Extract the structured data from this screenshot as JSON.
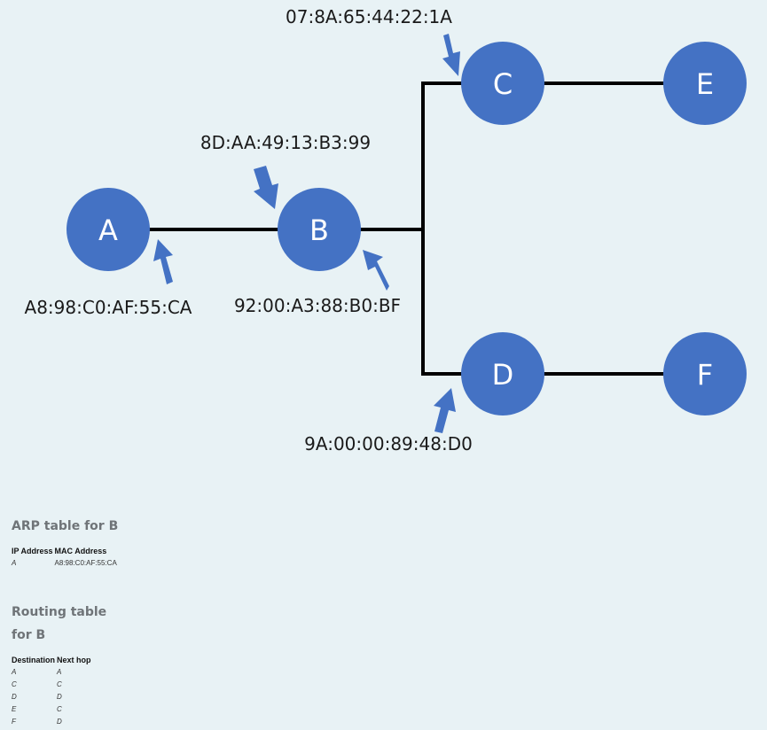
{
  "network": {
    "nodes": [
      {
        "id": "A",
        "label": "A"
      },
      {
        "id": "B",
        "label": "B"
      },
      {
        "id": "C",
        "label": "C"
      },
      {
        "id": "D",
        "label": "D"
      },
      {
        "id": "E",
        "label": "E"
      },
      {
        "id": "F",
        "label": "F"
      }
    ],
    "links": [
      [
        "A",
        "B"
      ],
      [
        "B",
        "C"
      ],
      [
        "B",
        "D"
      ],
      [
        "C",
        "E"
      ],
      [
        "D",
        "F"
      ]
    ],
    "mac_labels": [
      {
        "text": "A8:98:C0:AF:55:CA"
      },
      {
        "text": "8D:AA:49:13:B3:99"
      },
      {
        "text": "92:00:A3:88:B0:BF"
      },
      {
        "text": "07:8A:65:44:22:1A"
      },
      {
        "text": "9A:00:00:89:48:D0"
      }
    ],
    "colors": {
      "node_fill": "#4472c4",
      "link": "#000000",
      "arrow": "#4472c4"
    }
  },
  "arp_table": {
    "title": "ARP table for B",
    "headers": [
      "IP Address",
      "MAC Address"
    ],
    "rows": [
      [
        "A",
        "A8:98:C0:AF:55:CA"
      ]
    ]
  },
  "routing_table": {
    "title_line1": "Routing table",
    "title_line2": "for B",
    "headers": [
      "Destination",
      "Next hop"
    ],
    "rows": [
      [
        "A",
        "A"
      ],
      [
        "C",
        "C"
      ],
      [
        "D",
        "D"
      ],
      [
        "E",
        "C"
      ],
      [
        "F",
        "D"
      ]
    ]
  }
}
